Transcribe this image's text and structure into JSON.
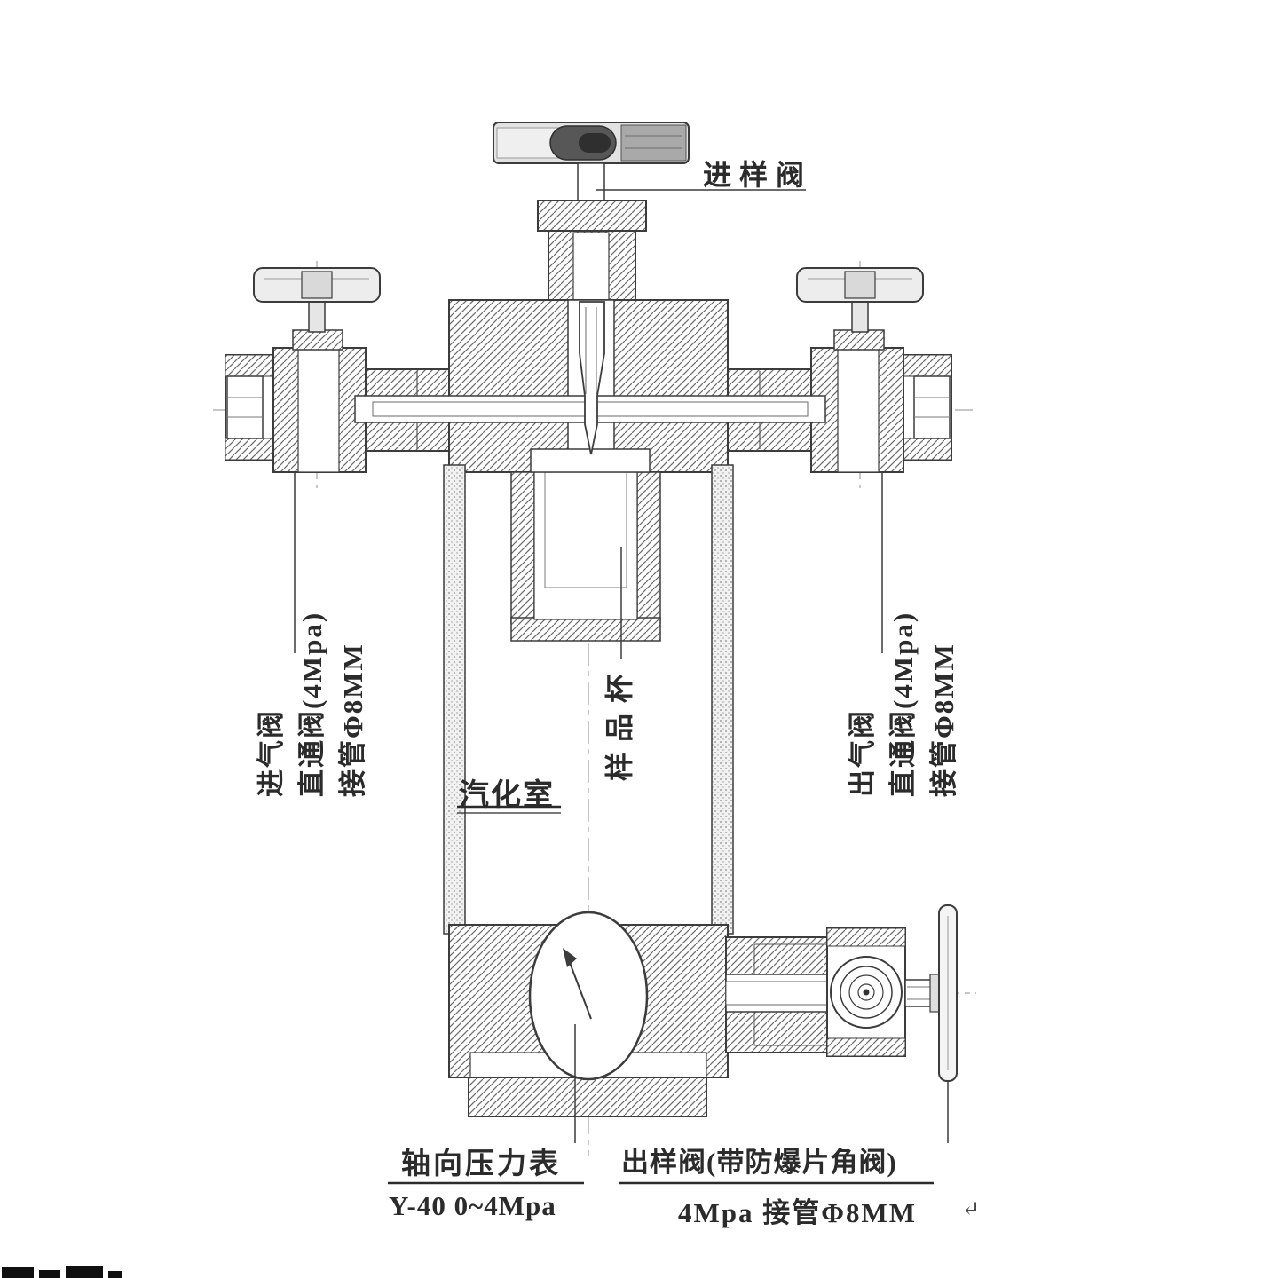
{
  "labels": {
    "sampling_valve": "进样阀",
    "inlet_valve": {
      "line1": "进气阀",
      "line2": "直通阀(4Mpa)",
      "line3": "接管Φ8MM"
    },
    "outlet_valve": {
      "line1": "出气阀",
      "line2": "直通阀(4Mpa)",
      "line3": "接管Φ8MM"
    },
    "sample_cup": "样品杯",
    "vaporizing_chamber": "汽化室",
    "pressure_gauge": {
      "line1": "轴向压力表",
      "line2": "Y-40 0~4Mpa"
    },
    "sample_outlet_valve": {
      "line1": "出样阀(带防爆片角阀)",
      "line2": "4Mpa 接管Φ8MM"
    },
    "return_mark": "↵"
  },
  "colors": {
    "line": "#3c3c3c",
    "text": "#2b2b2b",
    "background": "#ffffff"
  }
}
